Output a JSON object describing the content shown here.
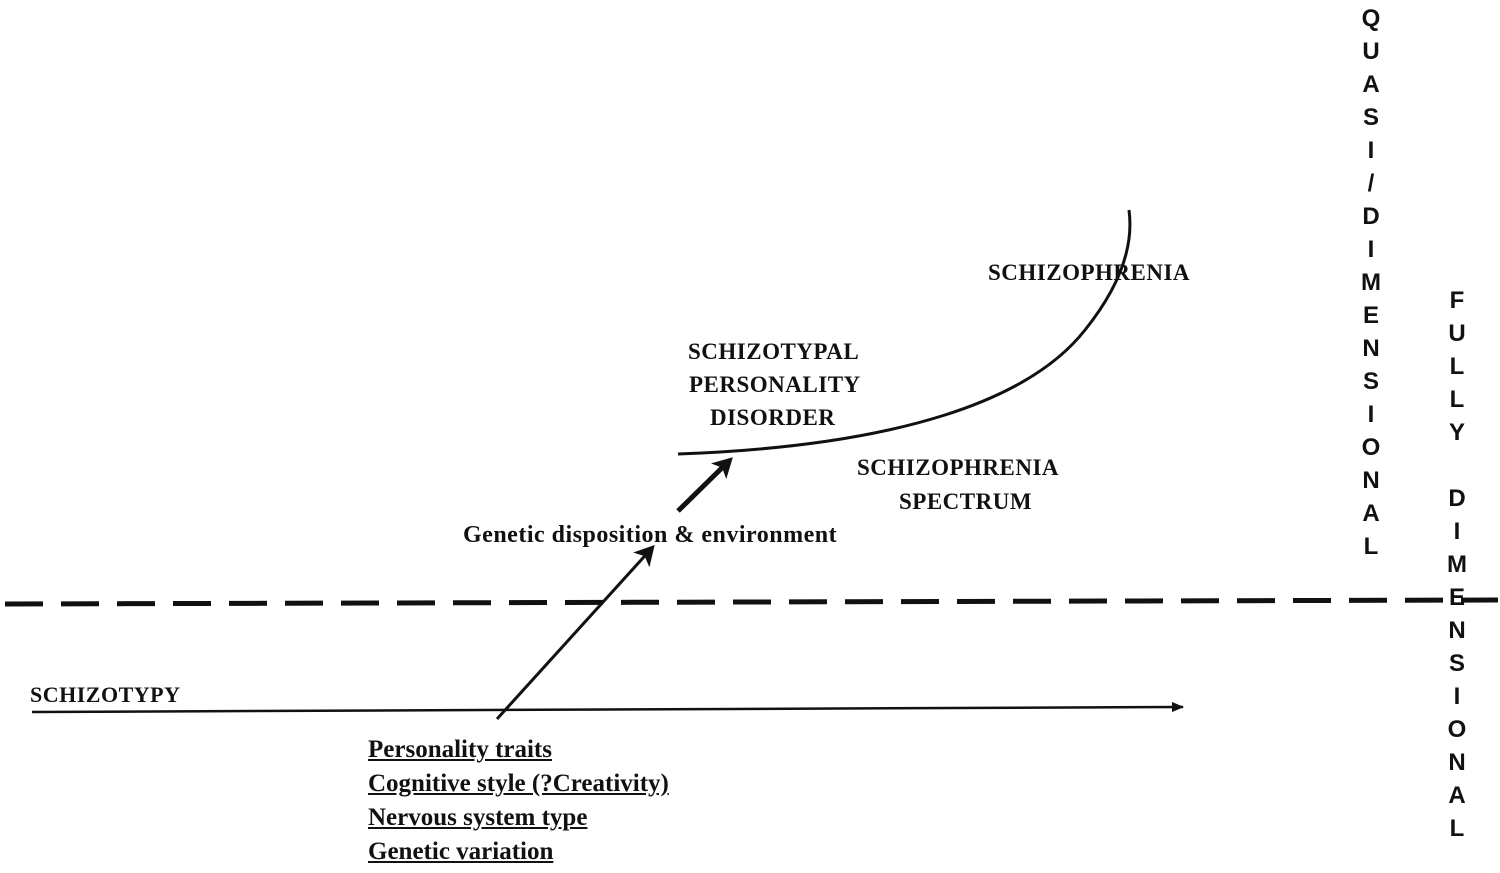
{
  "labels": {
    "schizophrenia": "SCHIZOPHRENIA",
    "schizotypal_line1": "SCHIZOTYPAL",
    "schizotypal_line2": "PERSONALITY",
    "schizotypal_line3": "DISORDER",
    "spectrum_line1": "SCHIZOPHRENIA",
    "spectrum_line2": "SPECTRUM",
    "genetic": "Genetic disposition & environment",
    "schizotypy": "SCHIZOTYPY"
  },
  "quasi_vertical": [
    "Q",
    "U",
    "A",
    "S",
    "I",
    "/",
    "D",
    "I",
    "M",
    "E",
    "N",
    "S",
    "I",
    "O",
    "N",
    "A",
    "L"
  ],
  "fully_vertical": [
    "F",
    "U",
    "L",
    "L",
    "Y",
    " ",
    "D",
    "I",
    "M",
    "E",
    "N",
    "S",
    "I",
    "O",
    "N",
    "A",
    "L"
  ],
  "traits": [
    "Personality traits",
    "Cognitive style  (?Creativity)",
    "Nervous system type",
    "Genetic variation"
  ]
}
